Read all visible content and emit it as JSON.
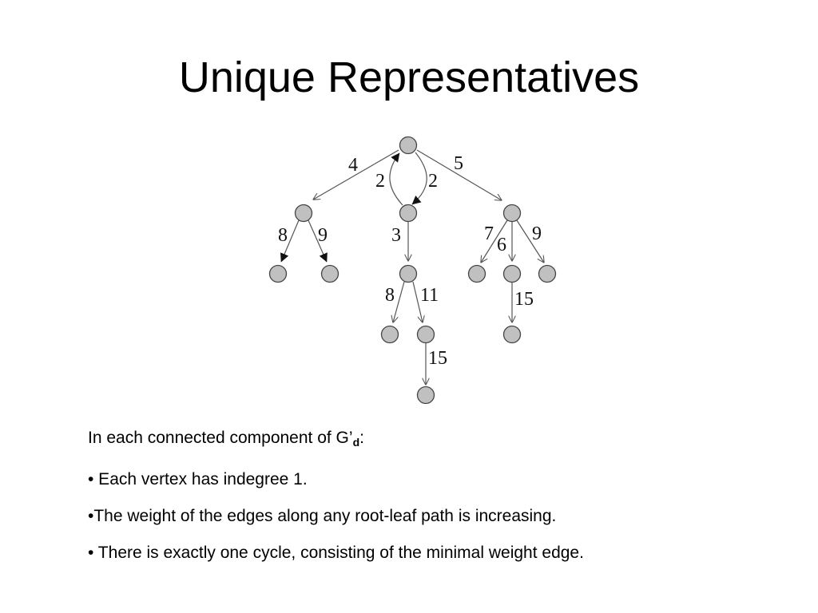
{
  "slide": {
    "title": "Unique Representatives"
  },
  "graph": {
    "edge_labels": {
      "root_left": "4",
      "root_right": "5",
      "cycle_up": "2",
      "cycle_down": "2",
      "left_left": "8",
      "left_right": "9",
      "mid_down": "3",
      "right_left": "7",
      "right_mid": "6",
      "right_right": "9",
      "mid2_left": "8",
      "mid2_right": "11",
      "mid3_down": "15",
      "rightmid_down": "15"
    },
    "colors": {
      "node_fill": "#c0c0c0",
      "node_stroke": "#444444",
      "edge": "#555555"
    }
  },
  "text": {
    "intro": "In each connected component of G’",
    "intro_sub": "d",
    "intro_end": ":",
    "bullets": [
      "• Each vertex has indegree 1.",
      "•The weight of the edges along any root-leaf path is increasing.",
      "• There is exactly one cycle, consisting of the minimal weight edge."
    ]
  }
}
